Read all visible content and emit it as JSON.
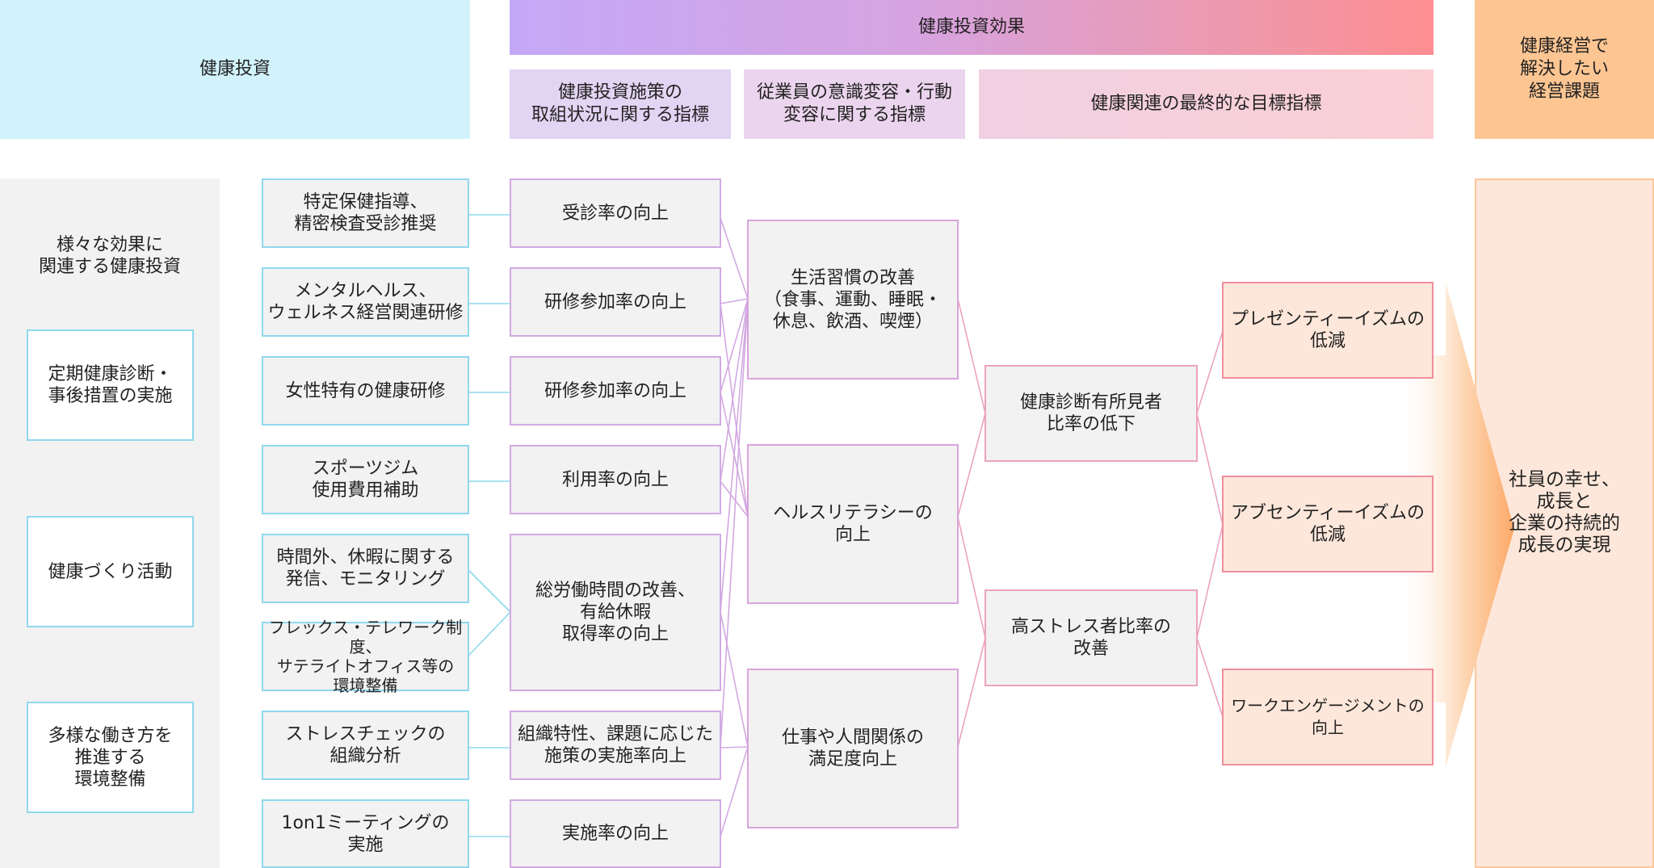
{
  "headers": {
    "investment": "健康投資",
    "effect": "健康投資効果",
    "measure_indicators": "健康投資施策の\n取組状況に関する指標",
    "awareness_indicators": "従業員の意識変容・行動\n変容に関する指標",
    "final_indicators": "健康関連の最終的な目標指標",
    "management_issue": "健康経営で\n解決したい\n経営課題"
  },
  "left_panel": {
    "title": "様々な効果に\n関連する健康投資",
    "categories": [
      "定期健康診断・\n事後措置の実施",
      "健康づくり活動",
      "多様な働き方を\n推進する\n環境整備"
    ]
  },
  "investments": [
    "特定保健指導、\n精密検査受診推奨",
    "メンタルヘルス、\nウェルネス経営関連研修",
    "女性特有の健康研修",
    "スポーツジム\n使用費用補助",
    "時間外、休暇に関する\n発信、モニタリング",
    "フレックス・テレワーク制度、\nサテライトオフィス等の\n環境整備",
    "ストレスチェックの\n組織分析",
    "1on1ミーティングの\n実施"
  ],
  "measure_metrics": [
    "受診率の向上",
    "研修参加率の向上",
    "研修参加率の向上",
    "利用率の向上",
    "総労働時間の改善、\n有給休暇\n取得率の向上",
    "組織特性、課題に応じた\n施策の実施率向上",
    "実施率の向上"
  ],
  "awareness_metrics": [
    "生活習慣の改善\n（食事、運動、睡眠・\n休息、飲酒、喫煙）",
    "ヘルスリテラシーの\n向上",
    "仕事や人間関係の\n満足度向上"
  ],
  "health_metrics": [
    "健康診断有所見者\n比率の低下",
    "高ストレス者比率の\n改善"
  ],
  "final_metrics": [
    "プレゼンティーイズムの\n低減",
    "アブセンティーイズムの\n低減",
    "ワークエンゲージメントの\n向上"
  ],
  "goal": "社員の幸せ、\n成長と\n企業の持続的\n成長の実現",
  "colors": {
    "teal_line": "#8fd8ee",
    "purple_line": "#d2a9e2",
    "pink_line": "#eca3bf",
    "arrow_orange": "#fcb47a"
  }
}
